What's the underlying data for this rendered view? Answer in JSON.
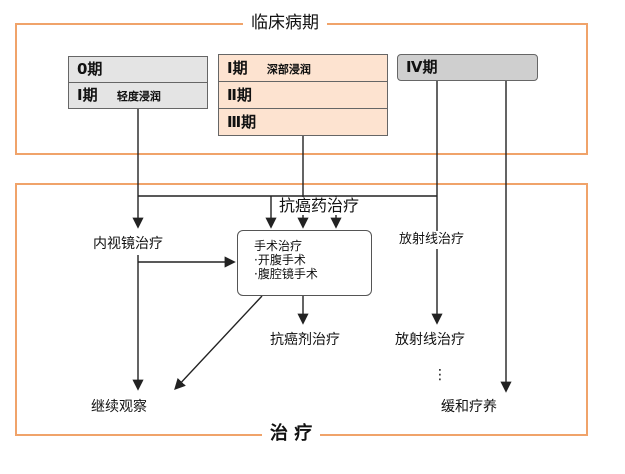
{
  "clinical_stage_title": "临床病期",
  "stages": {
    "stage0": "0期",
    "stage1_left": "Ⅰ期",
    "stage1_left_note": "轻度浸润",
    "stage1_mid": "Ⅰ期",
    "stage1_mid_note": "深部浸润",
    "stage2": "Ⅱ期",
    "stage3": "Ⅲ期",
    "stage4": "Ⅳ期"
  },
  "treatment_title": "治 疗",
  "treatments": {
    "anticancer_drug": "抗癌药治疗",
    "endoscopic": "内视镜治疗",
    "surgery_title": "手术治疗",
    "surgery_open": "·开腹手术",
    "surgery_lap": "·腹腔镜手术",
    "radiation_upper": "放射线治疗",
    "anticancer_agent": "抗癌剂治疗",
    "radiation_lower": "放射线治疗",
    "observation": "继续观察",
    "palliative": "缓和疗养",
    "dots": "⋮"
  },
  "colors": {
    "panel_border": "#f0a36a",
    "stage_grey": "#e4e4e4",
    "stage_peach": "#fde3d0",
    "stage4_grey": "#cfcfcf",
    "line": "#222222"
  }
}
